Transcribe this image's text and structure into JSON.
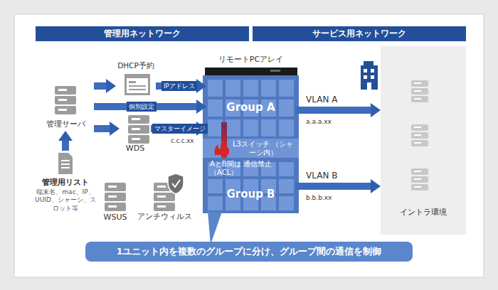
{
  "diagram": {
    "caption": "1ユニット内を複数のグループに分け、グループ間の通信を制御",
    "nodes": [
      {
        "text": [
          "管理サーバ"
        ]
      },
      {
        "text": [
          "管理用リスト",
          "端末名、mac、IP、UUID、シャーシ、スロット等"
        ]
      },
      {
        "text": [
          "DHCP予約"
        ]
      },
      {
        "text": [
          "WDS"
        ]
      },
      {
        "text": [
          "WSUS"
        ]
      },
      {
        "text": [
          "アンチウィルス"
        ]
      },
      {
        "text": [
          "リモートPCアレイ"
        ]
      },
      {
        "text": [
          "Group A"
        ],
        "in": 6
      },
      {
        "text": [
          "L3スイッチ （シャーシ内）"
        ],
        "in": 6
      },
      {
        "text": [
          "AとB間は 通信禁止（ACL）",
          "Group B"
        ],
        "in": 6
      },
      {
        "text": [
          "イントラ環境"
        ]
      }
    ],
    "edges": [
      {
        "from": 1,
        "to": 0,
        "arrow": "to"
      },
      {
        "from": 0,
        "to": 2,
        "arrow": "to"
      },
      {
        "from": 2,
        "to": 7,
        "arrow": "to",
        "label": "IPアドレス"
      },
      {
        "from": 0,
        "to": 7,
        "arrow": "to",
        "label": "個別設定"
      },
      {
        "from": 0,
        "to": 3,
        "arrow": "to"
      },
      {
        "from": 3,
        "to": 7,
        "arrow": "to",
        "label": "マスターイメージ"
      },
      {
        "from": 7,
        "to": 10,
        "arrow": "to",
        "label": "VLAN A"
      },
      {
        "from": 9,
        "to": 10,
        "arrow": "to",
        "label": "VLAN B"
      }
    ],
    "labels": [
      "管理用ネットワーク",
      "サービス用ネットワーク",
      "c.c.c.xx",
      "a.a.a.xx",
      "b.b.b.xx"
    ]
  }
}
